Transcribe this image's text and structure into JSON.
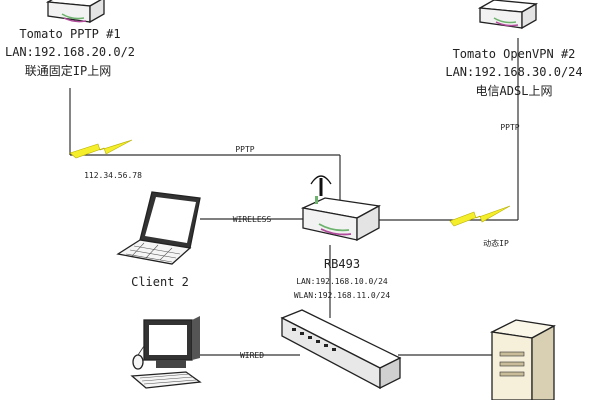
{
  "diagram": {
    "routers": {
      "pptp": {
        "name": "Tomato PPTP #1",
        "lan": "LAN:192.168.20.0/2",
        "isp": "联通固定IP上网"
      },
      "openvpn": {
        "name": "Tomato OpenVPN #2",
        "lan": "LAN:192.168.30.0/24",
        "isp": "电信ADSL上网"
      },
      "rb493": {
        "name": "RB493",
        "lan": "LAN:192.168.10.0/24",
        "wlan": "WLAN:192.168.11.0/24"
      }
    },
    "links": {
      "pptp_main": "PPTP",
      "pptp_vertical": "PPTP",
      "public_ip": "112.34.56.78",
      "dynamic_ip": "动态IP",
      "wireless": "WIRELESS",
      "wired": "WIRED"
    },
    "clients": {
      "client2": "Client 2"
    },
    "icons": {
      "router": "router-icon",
      "laptop": "laptop-icon",
      "desktop": "desktop-icon",
      "switch": "switch-icon",
      "server": "server-icon",
      "lightning": "lightning-icon"
    }
  }
}
